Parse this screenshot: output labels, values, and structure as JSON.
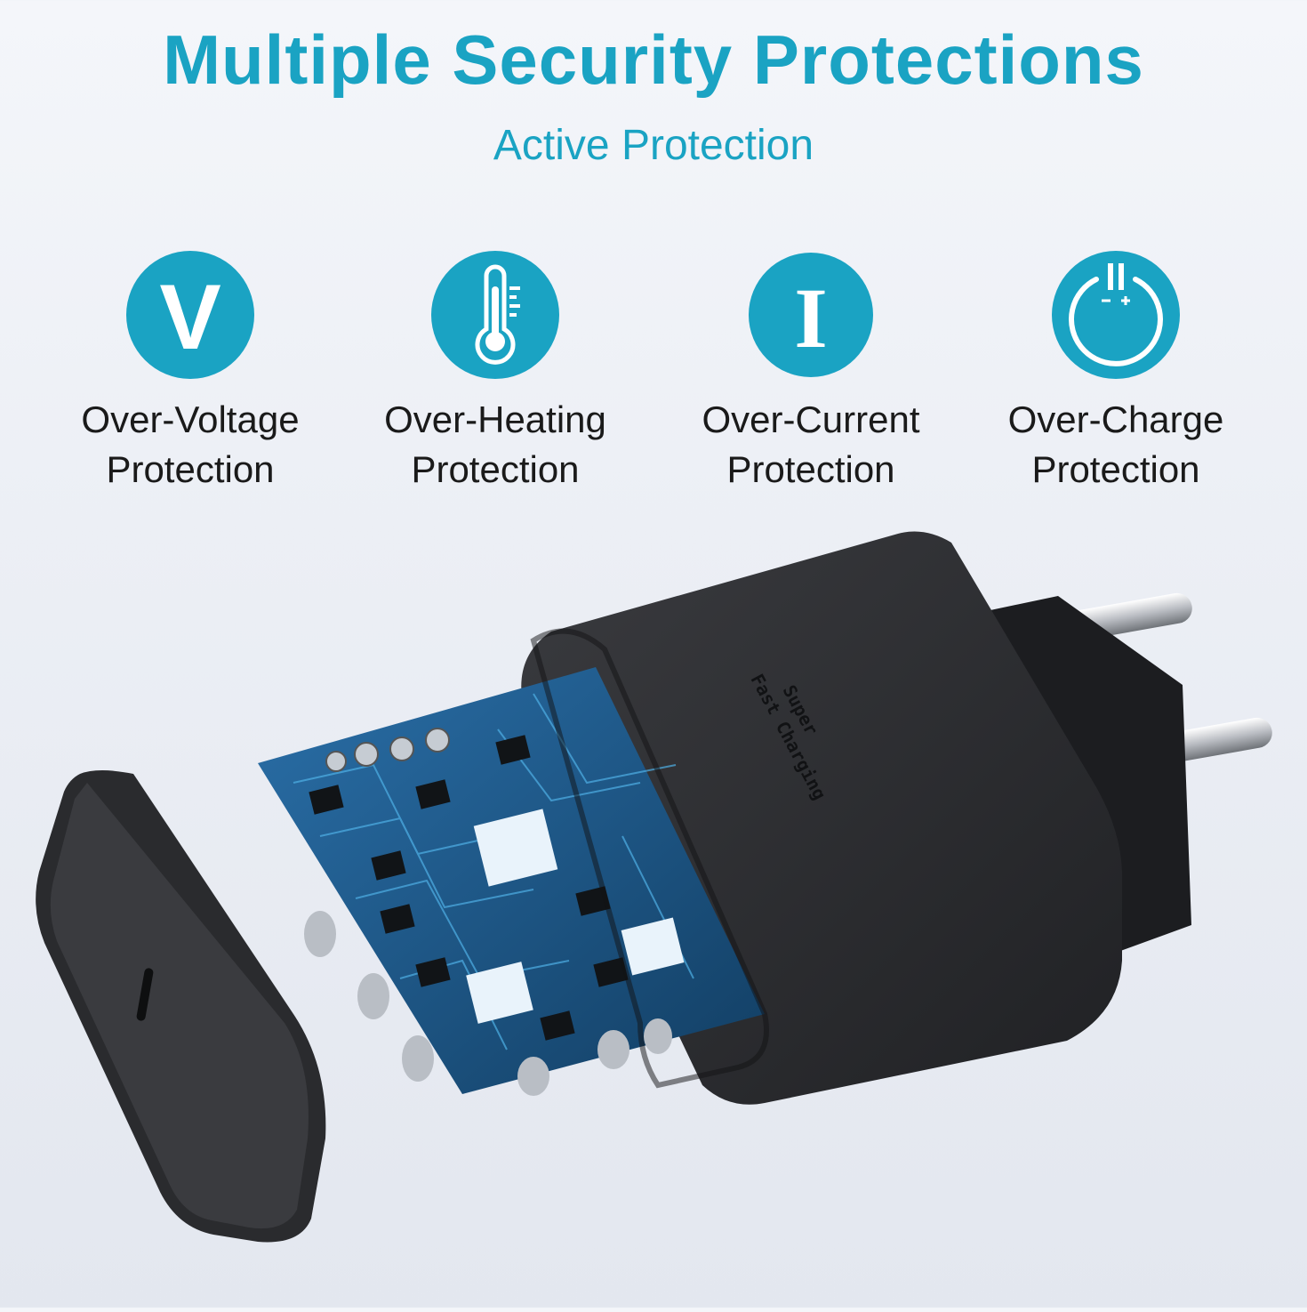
{
  "header": {
    "title": "Multiple Security Protections",
    "subtitle": "Active Protection"
  },
  "colors": {
    "accent": "#1aa3c3",
    "text": "#1a1a1a",
    "charger_body": "#2b2c2f",
    "pcb": "#1f5b8f"
  },
  "features": [
    {
      "icon": "voltage-v-icon",
      "glyph": "V",
      "line1": "Over-Voltage",
      "line2": "Protection"
    },
    {
      "icon": "thermometer-icon",
      "line1": "Over-Heating",
      "line2": "Protection"
    },
    {
      "icon": "current-i-icon",
      "glyph": "I",
      "line1": "Over-Current",
      "line2": "Protection"
    },
    {
      "icon": "power-plus-minus-icon",
      "line1": "Over-Charge",
      "line2": "Protection"
    }
  ],
  "product": {
    "imprint_line1": "Super",
    "imprint_line2": "Fast Charging"
  }
}
